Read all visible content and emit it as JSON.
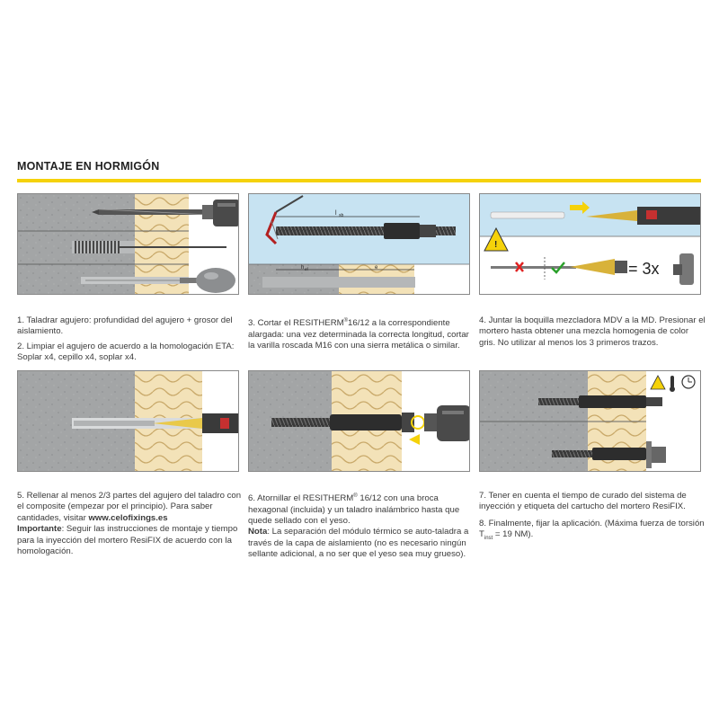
{
  "title": "MONTAJE EN HORMIGÓN",
  "colors": {
    "accent": "#f5d20a",
    "concrete": "#a3a5a6",
    "insulation": "#f3e2b8",
    "glass": "#c7e3f2"
  },
  "panel_labels": {
    "p2_lsb": "l",
    "p2_lsb_sub": "sb",
    "p2_hef": "h",
    "p2_hef_sub": "ef",
    "p2_e": "e",
    "p3_times": "= 3x"
  },
  "captions": {
    "c1": {
      "s1": "1. Taladrar agujero: profundidad del agujero + grosor del aislamiento.",
      "s2": "2. Limpiar el agujero de acuerdo a la homologación ETA: Soplar x4, cepillo x4, soplar x4."
    },
    "c2": {
      "s3_pre": "3. Cortar el ",
      "s3_brand": "RESITHERM",
      "s3_sup": "®",
      "s3_post": "16/12 a la correspondiente alargada: una vez determinada la correcta longitud, cortar la varilla roscada M16 con una sierra metálica o similar."
    },
    "c3": {
      "s4": "4. Juntar la boquilla mezcladora MDV a la MD. Presionar el mortero hasta obtener una mezcla homogenia de color gris. No utilizar al menos los 3 primeros trazos."
    },
    "c4": {
      "s5_pre": "5. Rellenar al menos 2/3 partes del agujero del taladro con el composite (empezar por el principio). Para saber cantidades, visitar ",
      "s5_link": "www.celofixings.es",
      "imp_label": "Importante",
      "imp_text": ": Seguir las instrucciones de montaje y tiempo para la inyección del mortero ResiFIX de acuerdo con la homologación."
    },
    "c5": {
      "s6_pre": "6. Atornillar el ",
      "s6_brand": "RESITHERM",
      "s6_sup": "®",
      "s6_post": " 16/12 con una broca hexagonal (incluida) y un taladro inalámbrico hasta que quede sellado con el yeso.",
      "note_label": "Nota",
      "note_text": ": La separación del módulo térmico se auto-taladra a través de la capa de aislamiento (no es necesario ningún sellante adicional, a no ser que el yeso sea muy grueso)."
    },
    "c6": {
      "s7": "7. Tener en cuenta el tiempo de curado del sistema de inyección y etiqueta del cartucho del mortero ResiFIX.",
      "s8_pre": "8. Finalmente, fijar la aplicación. (Máxima fuerza de torsión T",
      "s8_sub": "inst",
      "s8_post": " = 19 NM)."
    }
  }
}
